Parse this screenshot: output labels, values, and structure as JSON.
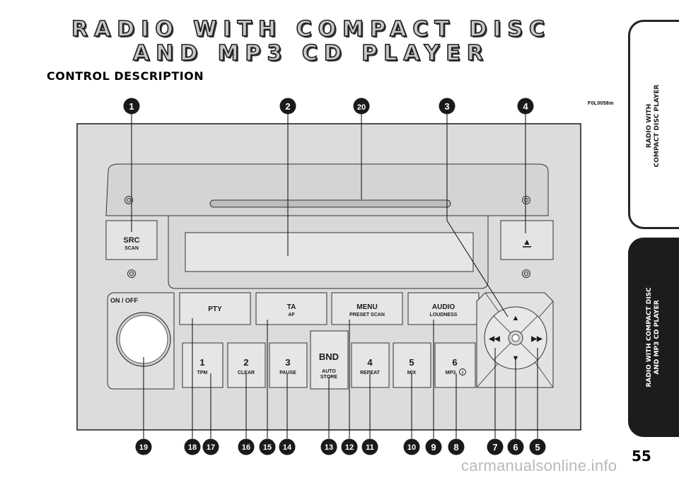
{
  "heading": {
    "line1": "RADIO WITH COMPACT DISC",
    "line2": "AND MP3 CD PLAYER"
  },
  "section_title": "CONTROL DESCRIPTION",
  "figure_code": "F0L0058m",
  "side_tabs": {
    "upper": {
      "line1": "RADIO WITH",
      "line2": "COMPACT DISC PLAYER"
    },
    "lower": {
      "line1": "RADIO WITH COMPACT DISC",
      "line2": "AND MP3 CD PLAYER"
    }
  },
  "page_number": "55",
  "watermark": "carmanualsonline.info",
  "buttons": {
    "src": "SRC",
    "scan": "SCAN",
    "eject": "▲",
    "on_off": "ON / OFF",
    "pty": "PTY",
    "ta": "TA",
    "af": "AF",
    "menu": "MENU",
    "preset_scan": "PRESET SCAN",
    "audio": "AUDIO",
    "loudness": "LOUDNESS",
    "p1": "1",
    "tpm": "TPM",
    "p2": "2",
    "clear": "CLEAR",
    "p3": "3",
    "pause": "PAUSE",
    "bnd": "BND",
    "auto": "AUTO",
    "store": "STORE",
    "p4": "4",
    "repeat": "REPEAT",
    "p5": "5",
    "mix": "MIX",
    "p6": "6",
    "mp3": "MP3",
    "info": "i",
    "up": "▲",
    "down": "▼",
    "rew": "◀◀",
    "ff": "▶▶"
  },
  "callouts": {
    "c1": "1",
    "c2": "2",
    "c20": "20",
    "c3": "3",
    "c4": "4",
    "c19": "19",
    "c18": "18",
    "c17": "17",
    "c16": "16",
    "c15": "15",
    "c14": "14",
    "c13": "13",
    "c12": "12",
    "c11": "11",
    "c10": "10",
    "c9": "9",
    "c8": "8",
    "c7": "7",
    "c6": "6",
    "c5": "5"
  }
}
